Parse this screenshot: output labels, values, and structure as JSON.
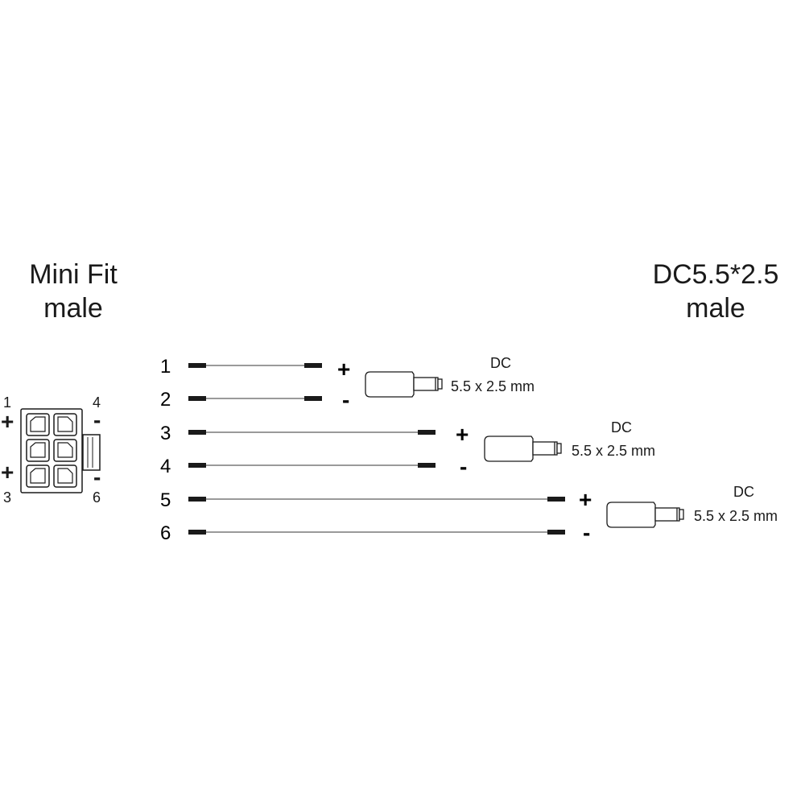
{
  "left_connector": {
    "title_line1": "Mini Fit",
    "title_line2": "male",
    "pin_labels": {
      "top_left": "1",
      "top_right": "4",
      "bottom_left": "3",
      "bottom_right": "6"
    },
    "polarity": {
      "top_left": "+",
      "top_right": "-",
      "bottom_left": "+",
      "bottom_right": "-"
    }
  },
  "right_connector": {
    "title_line1": "DC5.5*2.5",
    "title_line2": "male"
  },
  "wires": [
    {
      "number": "1",
      "polarity": "+"
    },
    {
      "number": "2",
      "polarity": "-"
    },
    {
      "number": "3",
      "polarity": "+"
    },
    {
      "number": "4",
      "polarity": "-"
    },
    {
      "number": "5",
      "polarity": "+"
    },
    {
      "number": "6",
      "polarity": "-"
    }
  ],
  "plugs": [
    {
      "label_line1": "DC",
      "label_line2": "5.5 x 2.5 mm"
    },
    {
      "label_line1": "DC",
      "label_line2": "5.5 x 2.5 mm"
    },
    {
      "label_line1": "DC",
      "label_line2": "5.5 x 2.5 mm"
    }
  ],
  "colors": {
    "line": "#1a1a1a",
    "wire": "#9a9a9a",
    "background": "#ffffff"
  }
}
